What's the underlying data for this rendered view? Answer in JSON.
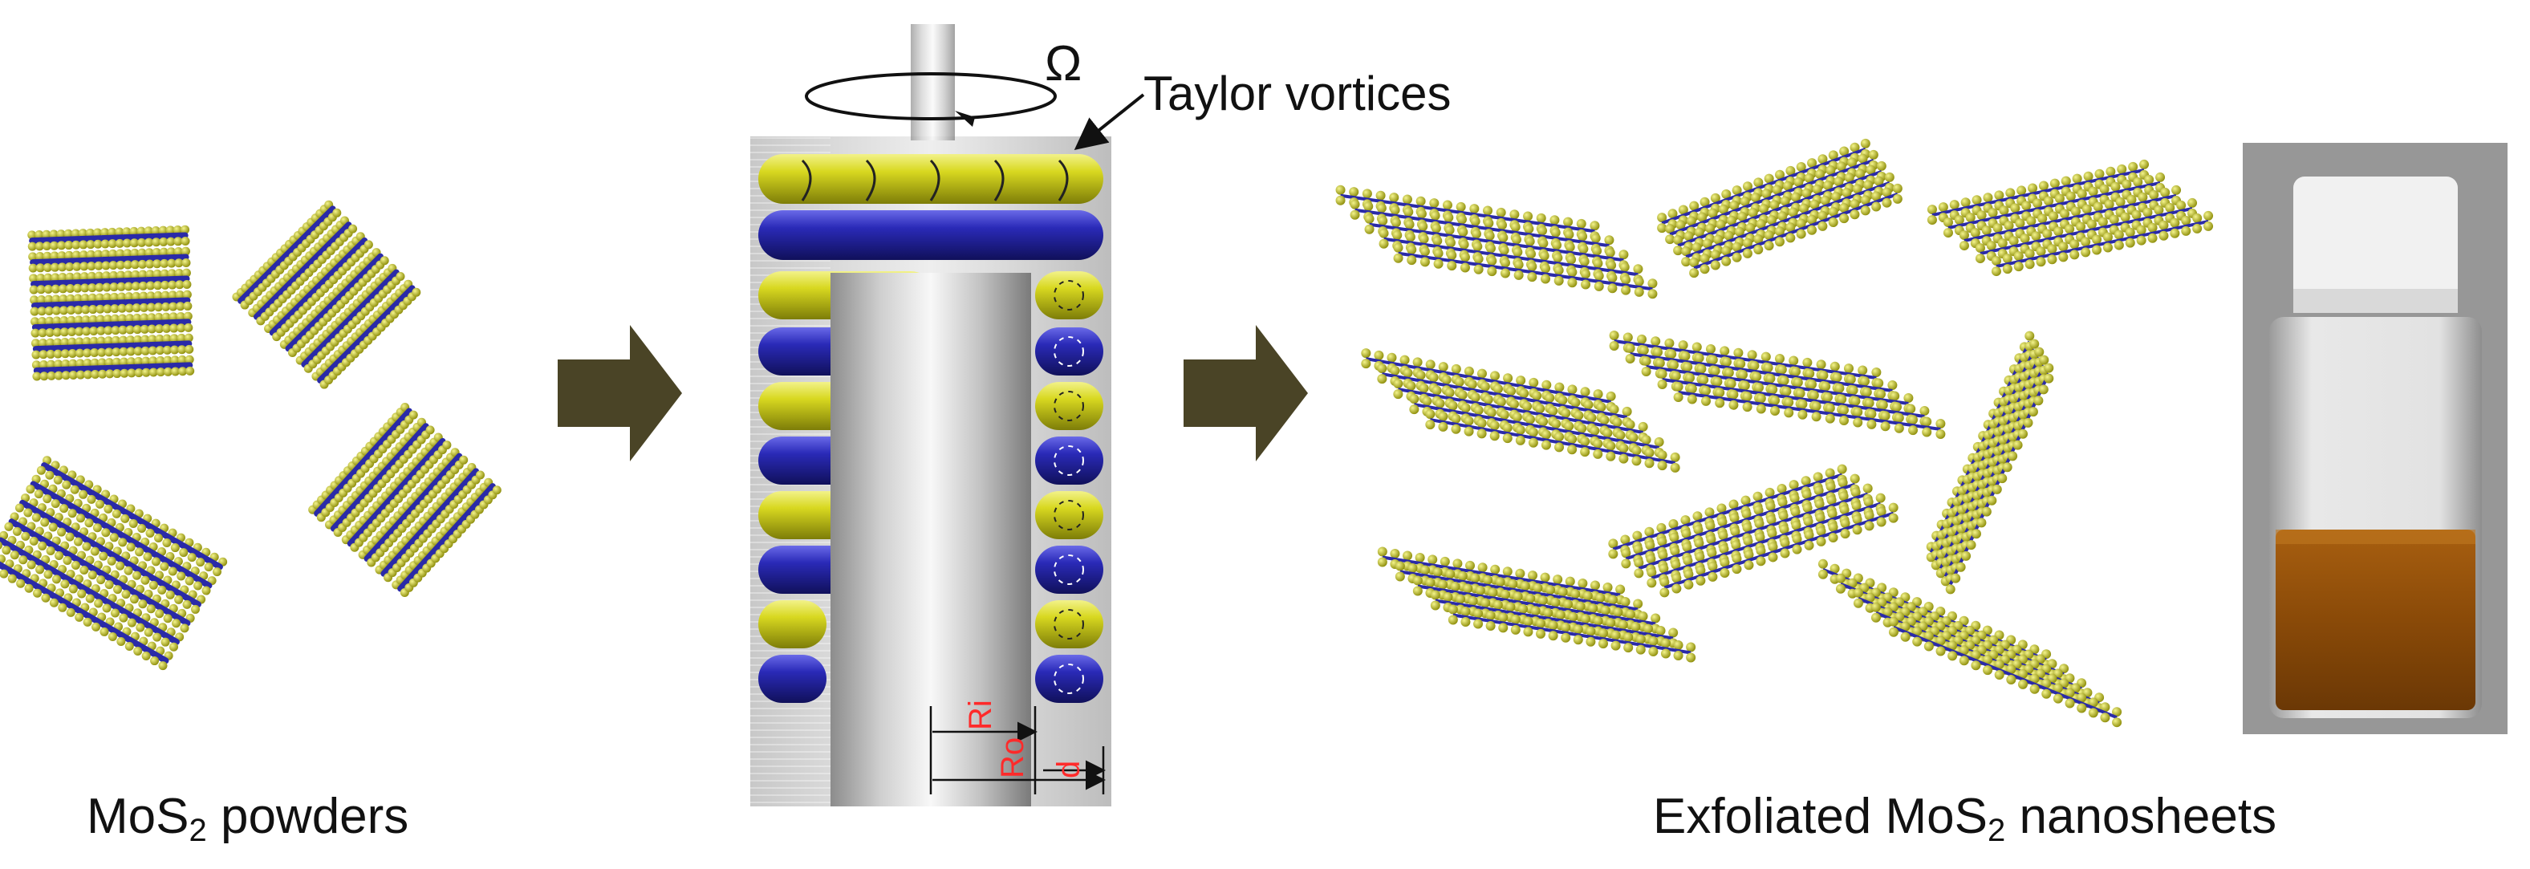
{
  "captions": {
    "left_main": "MoS",
    "left_sub": "2",
    "left_rest": " powders",
    "right_main": "Exfoliated MoS",
    "right_sub": "2",
    "right_rest": " nanosheets"
  },
  "reactor": {
    "omega": "Ω",
    "vortex_label": "Taylor vortices",
    "ri": "Ri",
    "ro": "Ro",
    "d": "d"
  },
  "colors": {
    "sulfur": "#c8c81a",
    "molybdenum": "#2a2aa8",
    "arrow": "#4a4426",
    "dimension_text": "#ff2a2a"
  },
  "icons": [
    "rotation-arrow-icon",
    "process-arrow-icon",
    "process-arrow-icon"
  ]
}
